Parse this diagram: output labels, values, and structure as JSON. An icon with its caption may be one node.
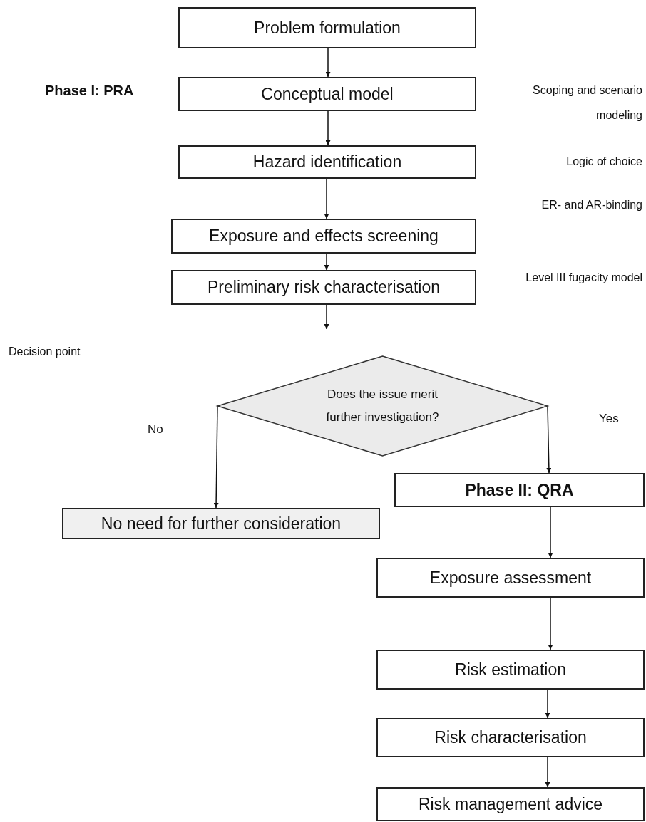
{
  "diagram": {
    "nodes": [
      {
        "text": [
          "Problem formulation"
        ]
      },
      {
        "text": [
          "Conceptual model"
        ]
      },
      {
        "text": [
          "Hazard identification"
        ]
      },
      {
        "text": [
          "Exposure and effects screening"
        ]
      },
      {
        "text": [
          "Preliminary risk characterisation"
        ]
      },
      {
        "text": [
          "Does the issue merit further investigation?"
        ]
      },
      {
        "text": [
          "No need for further consideration"
        ]
      },
      {
        "text": [
          "Phase II: QRA"
        ]
      },
      {
        "text": [
          "Exposure assessment"
        ]
      },
      {
        "text": [
          "Risk estimation"
        ]
      },
      {
        "text": [
          "Risk characterisation"
        ]
      },
      {
        "text": [
          "Risk management advice"
        ]
      }
    ],
    "edges": [
      {
        "from": 0,
        "to": 1,
        "arrow": "to"
      },
      {
        "from": 1,
        "to": 2,
        "arrow": "to"
      },
      {
        "from": 2,
        "to": 3,
        "arrow": "to"
      },
      {
        "from": 3,
        "to": 4,
        "arrow": "to"
      },
      {
        "from": 4,
        "to": null,
        "arrow": "to"
      },
      {
        "from": 5,
        "to": 6,
        "label": "No",
        "arrow": "to"
      },
      {
        "from": 5,
        "to": 7,
        "label": "Yes",
        "arrow": "to"
      },
      {
        "from": 7,
        "to": 8,
        "arrow": "to"
      },
      {
        "from": 8,
        "to": 9,
        "arrow": "to"
      },
      {
        "from": 9,
        "to": 10,
        "arrow": "to"
      },
      {
        "from": 10,
        "to": 11,
        "arrow": "to"
      }
    ],
    "labels": [
      "Phase I: PRA",
      "Scoping and scenario modeling",
      "Logic of choice",
      "ER- and AR-binding",
      "Level III fugacity model",
      "Decision point"
    ]
  }
}
